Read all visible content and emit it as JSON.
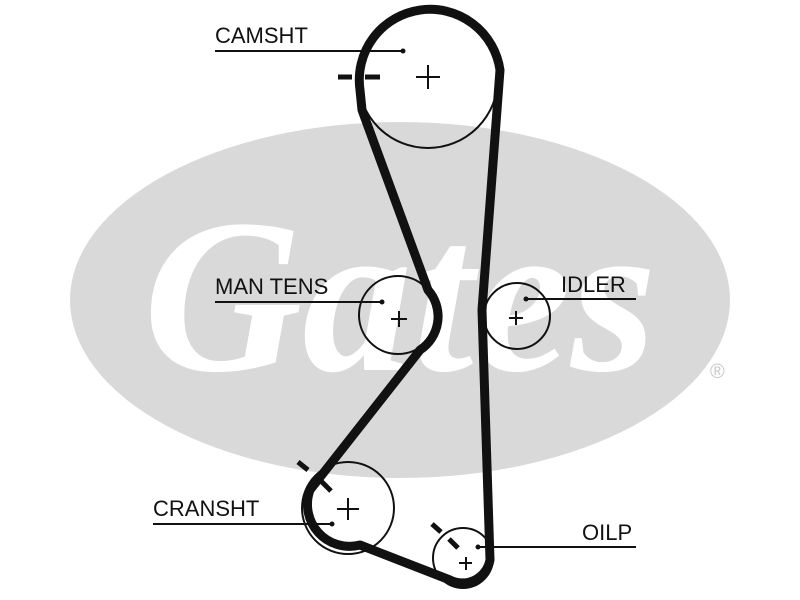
{
  "watermark": {
    "brand": "Gates",
    "registered_mark": "®",
    "color": "#d9d9d9"
  },
  "diagram": {
    "title": "Timing belt routing",
    "belt_color": "#111111",
    "pulleys": [
      {
        "id": "camshaft",
        "label": "CAMSHT",
        "timing_mark": true
      },
      {
        "id": "manual-tensioner",
        "label": "MAN TENS",
        "timing_mark": false
      },
      {
        "id": "idler",
        "label": "IDLER",
        "timing_mark": false
      },
      {
        "id": "crankshaft",
        "label": "CRANSHT",
        "timing_mark": true
      },
      {
        "id": "oil-pump",
        "label": "OILP",
        "timing_mark": true
      }
    ]
  }
}
